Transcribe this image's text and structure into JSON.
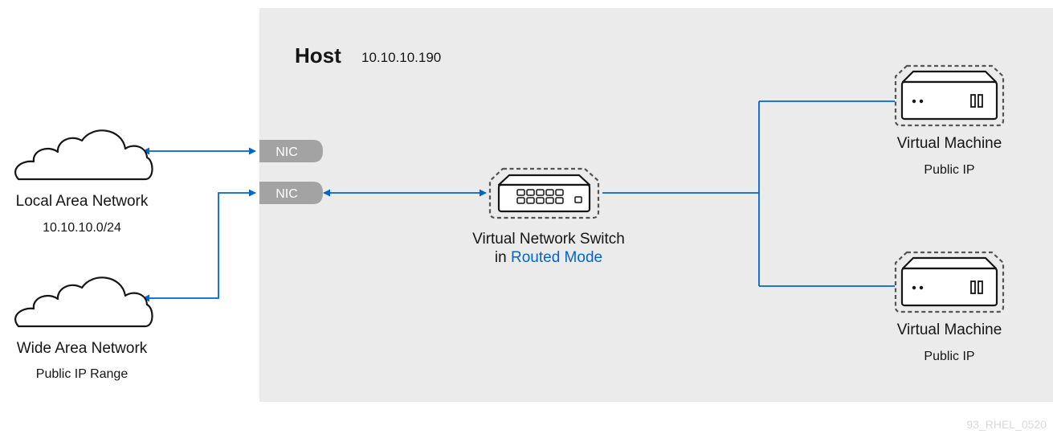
{
  "host": {
    "title": "Host",
    "ip": "10.10.10.190"
  },
  "networks": [
    {
      "label": "Local Area Network",
      "detail": "10.10.10.0/24"
    },
    {
      "label": "Wide Area Network",
      "detail": "Public IP Range"
    }
  ],
  "nics": [
    {
      "label": "NIC"
    },
    {
      "label": "NIC"
    }
  ],
  "switch": {
    "label_line1": "Virtual Network Switch",
    "label_line2_prefix": "in",
    "label_line2_mode": "Routed Mode"
  },
  "virtual_machines": [
    {
      "label": "Virtual Machine",
      "detail": "Public IP"
    },
    {
      "label": "Virtual Machine",
      "detail": "Public IP"
    }
  ],
  "footer": {
    "code": "93_RHEL_0520"
  },
  "icons": {
    "network": "cloud-icon",
    "switch": "network-switch-icon",
    "vm": "server-icon"
  },
  "colors": {
    "host_background": "#ebebeb",
    "connector": "#0066cc",
    "nic_fill": "#a3a3a3",
    "accent_text": "#0066cc",
    "text": "#151515"
  }
}
